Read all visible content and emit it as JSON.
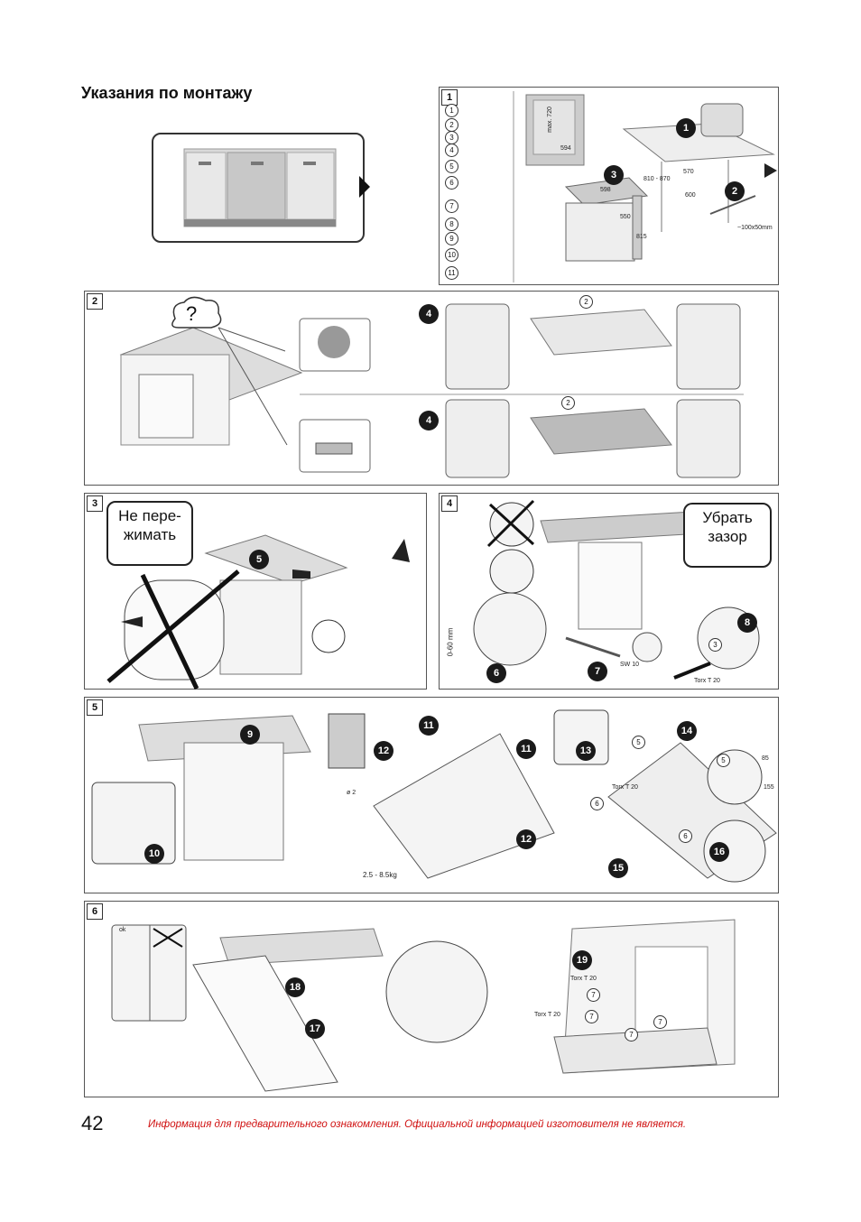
{
  "page": {
    "title": "Указания по монтажу",
    "page_number": "42",
    "disclaimer": "Информация для предварительного ознакомления. Официальной информацией изготовителя не является."
  },
  "panels": {
    "p1": {
      "number": "1",
      "parts": [
        "1",
        "2",
        "3",
        "4",
        "5",
        "6",
        "7",
        "8",
        "9",
        "10",
        "11"
      ],
      "badges": [
        "1",
        "2",
        "3"
      ],
      "dims": {
        "max720": "max. 720",
        "d594": "594",
        "d598": "598",
        "d550": "550",
        "d570": "570",
        "d600": "600",
        "d810": "810 - 870",
        "d815": "815",
        "hole": "~100x50mm"
      }
    },
    "p2": {
      "number": "2",
      "question": "?",
      "badges": [
        "4",
        "2",
        "4",
        "2"
      ]
    },
    "p3": {
      "number": "3",
      "callout": "Не пере- жимать",
      "badges": [
        "5"
      ]
    },
    "p4": {
      "number": "4",
      "callout": "Убрать зазор",
      "badges": [
        "6",
        "7",
        "8"
      ],
      "circle": "3",
      "labels": {
        "range": "0-60 mm",
        "sw": "SW 10",
        "torx": "Torx T 20"
      }
    },
    "p5": {
      "number": "5",
      "badges": [
        "9",
        "10",
        "11",
        "12",
        "11",
        "12",
        "13",
        "14",
        "15",
        "16"
      ],
      "circles": [
        "5",
        "5",
        "6",
        "6"
      ],
      "labels": {
        "weight": "2.5 - 8.5kg",
        "diam": "ø 2",
        "torx": "Torx T 20",
        "d85": "85",
        "d155": "155"
      }
    },
    "p6": {
      "number": "6",
      "badges": [
        "18",
        "17",
        "19"
      ],
      "circles": [
        "7",
        "7",
        "7",
        "7"
      ],
      "labels": {
        "ok": "ok",
        "torx1": "Torx T 20",
        "torx2": "Torx T 20"
      }
    }
  }
}
